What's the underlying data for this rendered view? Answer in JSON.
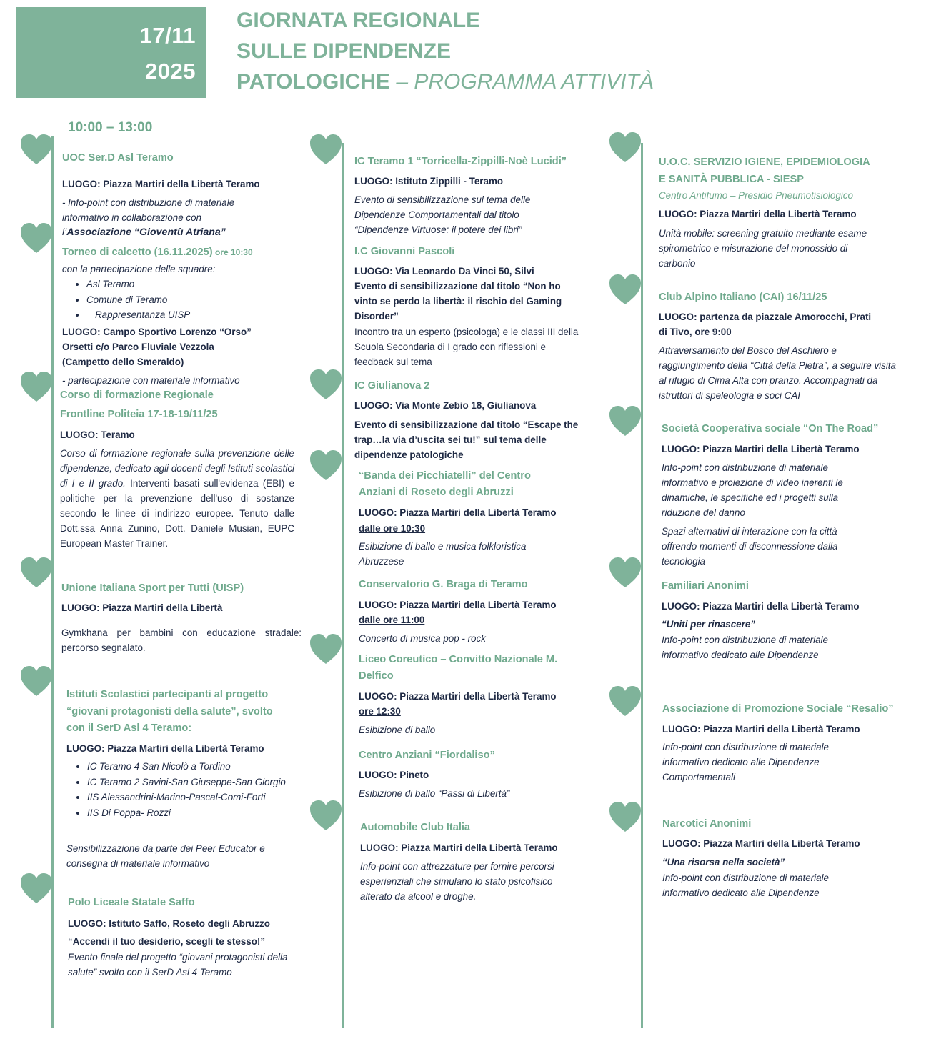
{
  "header": {
    "date_line1": "17/11",
    "date_line2": "2025",
    "title_line1": "GIORNATA REGIONALE",
    "title_line2": "SULLE DIPENDENZE",
    "title_line3_main": "PATOLOGICHE",
    "title_line3_sep": " – ",
    "title_line3_italic": "PROGRAMMA ATTIVITÀ"
  },
  "time_range": "10:00 – 13:00",
  "col1": {
    "serd": {
      "title": "UOC Ser.D Asl Teramo",
      "loc": "LUOGO: Piazza Martiri della Libertà Teramo",
      "desc1": "- Info-point con distribuzione di materiale",
      "desc2": "informativo in collaborazione con",
      "desc3_pre": "l’",
      "desc3_bold": "Associazione “Gioventù Atriana”"
    },
    "torneo": {
      "title": "Torneo di calcetto (16.11.2025)",
      "time": " ore 10:30",
      "intro": "con la partecipazione delle squadre:",
      "teams": [
        "Asl Teramo",
        "Comune di Teramo",
        "Rappresentanza UISP"
      ],
      "loc1": "LUOGO: Campo Sportivo Lorenzo “Orso”",
      "loc2": "Orsetti c/o Parco Fluviale Vezzola",
      "loc3": "(Campetto dello Smeraldo)",
      "note": "- partecipazione con materiale informativo"
    },
    "corso": {
      "title1": "Corso di formazione Regionale",
      "title2": "Frontline Politeia 17-18-19/11/25",
      "loc": "LUOGO: Teramo",
      "desc_italic": "Corso di formazione regionale sulla prevenzione delle dipendenze, dedicato agli docenti degli Istituti scolastici di I e II grado.",
      "desc_normal": " Interventi basati sull'evidenza (EBI) e politiche per la prevenzione dell'uso di sostanze secondo le linee di indirizzo europee. Tenuto dalle Dott.ssa Anna Zunino, Dott. Daniele Musian, EUPC European Master Trainer."
    },
    "uisp": {
      "title": "Unione Italiana Sport per Tutti (UISP)",
      "loc": "LUOGO: Piazza Martiri della Libertà",
      "desc": "Gymkhana per bambini con educazione stradale: percorso segnalato."
    },
    "istituti": {
      "title1": "Istituti Scolastici partecipanti al progetto",
      "title2": "“giovani protagonisti della salute”, svolto",
      "title3": "con il SerD Asl 4 Teramo:",
      "loc": "LUOGO: Piazza Martiri della Libertà Teramo",
      "schools": [
        "IC Teramo 4 San Nicolò a Tordino",
        "IC Teramo 2 Savini-San Giuseppe-San Giorgio",
        "IIS Alessandrini-Marino-Pascal-Comi-Forti",
        "IIS Di Poppa- Rozzi"
      ],
      "desc": "Sensibilizzazione da parte dei Peer Educator e consegna di materiale informativo"
    },
    "saffo": {
      "title": "Polo Liceale Statale Saffo",
      "loc": "LUOGO: Istituto Saffo, Roseto degli Abruzzo",
      "slogan": "“Accendi il tuo desiderio, scegli te stesso!”",
      "desc": "Evento finale del progetto “giovani protagonisti della salute” svolto con il SerD Asl 4 Teramo"
    }
  },
  "col2": {
    "ic1": {
      "title": "IC Teramo 1 “Torricella-Zippilli-Noè Lucidi”",
      "loc": "LUOGO: Istituto Zippilli - Teramo",
      "desc": "Evento di sensibilizzazione sul tema delle Dipendenze Comportamentali dal titolo “Dipendenze Virtuose: il potere dei libri”"
    },
    "pascoli": {
      "title": "I.C Giovanni Pascoli",
      "loc": "LUOGO: Via Leonardo Da Vinci 50, Silvi",
      "event": "Evento di sensibilizzazione dal titolo “Non ho vinto se perdo la libertà: il rischio del Gaming Disorder”",
      "desc": "Incontro tra un esperto (psicologa) e le classi III della Scuola Secondaria di I grado con riflessioni e feedback sul tema"
    },
    "giulianova": {
      "title": "IC Giulianova 2",
      "loc": "LUOGO: Via Monte Zebio 18, Giulianova",
      "event": "Evento di sensibilizzazione dal titolo “Escape the trap…la via d’uscita sei tu!” sul tema delle dipendenze patologiche"
    },
    "banda": {
      "title1": "“Banda dei Picchiatelli” del Centro",
      "title2": "Anziani di Roseto degli Abruzzi",
      "loc": "LUOGO: Piazza Martiri della Libertà Teramo",
      "time": "dalle ore 10:30",
      "desc": "Esibizione di ballo e musica folkloristica Abruzzese"
    },
    "braga": {
      "title": "Conservatorio G. Braga di Teramo",
      "loc": "LUOGO: Piazza Martiri della Libertà Teramo",
      "time": "dalle ore 11:00",
      "desc": "Concerto di musica pop - rock"
    },
    "liceo": {
      "title1": "Liceo Coreutico – Convitto Nazionale M.",
      "title2": "Delfico",
      "loc": "LUOGO: Piazza Martiri della Libertà Teramo",
      "time": "ore 12:30",
      "desc": "Esibizione di ballo"
    },
    "fiordaliso": {
      "title": "Centro Anziani “Fiordaliso”",
      "loc": "LUOGO: Pineto",
      "desc": "Esibizione di ballo “Passi di Libertà”"
    },
    "aci": {
      "title": "Automobile Club Italia",
      "loc": "LUOGO: Piazza Martiri della Libertà Teramo",
      "desc": "Info-point con attrezzature per fornire percorsi esperienziali che simulano lo stato psicofisico alterato da alcool e droghe."
    }
  },
  "col3": {
    "siesp": {
      "title1": "U.O.C. SERVIZIO IGIENE, EPIDEMIOLOGIA",
      "title2": "E SANITÀ PUBBLICA - SIESP",
      "sub": "Centro Antifumo – Presidio Pneumotisiologico",
      "loc": "LUOGO: Piazza Martiri della Libertà Teramo",
      "desc": "Unità mobile: screening gratuito mediante esame spirometrico e misurazione del monossido di carbonio"
    },
    "cai": {
      "title": "Club Alpino Italiano (CAI) 16/11/25",
      "loc": "LUOGO: partenza da piazzale Amorocchi, Prati di Tivo, ore 9:00",
      "desc": "Attraversamento del Bosco del Aschiero e raggiungimento della “Città della Pietra”, a seguire visita al rifugio di Cima Alta con pranzo. Accompagnati da istruttori di speleologia e soci CAI"
    },
    "road": {
      "title": "Società Cooperativa sociale “On The Road”",
      "loc": "LUOGO: Piazza Martiri della Libertà Teramo",
      "desc1": "Info-point con distribuzione di materiale informativo e proiezione di video inerenti le dinamiche, le specifiche ed i progetti sulla riduzione del danno",
      "desc2": "Spazi alternativi di interazione con la città offrendo momenti di disconnessione dalla tecnologia"
    },
    "familiari": {
      "title": "Familiari Anonimi",
      "loc": "LUOGO: Piazza Martiri della Libertà Teramo",
      "slogan": "“Uniti per rinascere”",
      "desc": "Info-point con distribuzione di materiale informativo dedicato alle Dipendenze"
    },
    "resalio": {
      "title": "Associazione di Promozione Sociale “Resalio”",
      "loc": "LUOGO: Piazza Martiri della Libertà Teramo",
      "desc": "Info-point con distribuzione di materiale informativo dedicato alle Dipendenze Comportamentali"
    },
    "narcotici": {
      "title": "Narcotici Anonimi",
      "loc": "LUOGO: Piazza Martiri della Libertà Teramo",
      "slogan": "“Una risorsa nella società”",
      "desc": "Info-point con distribuzione di materiale informativo dedicato alle Dipendenze"
    }
  },
  "colors": {
    "accent": "#7fb39a",
    "heading": "#6fa98d",
    "text": "#1f2a44"
  },
  "icons": {
    "heart": "heart-icon"
  }
}
